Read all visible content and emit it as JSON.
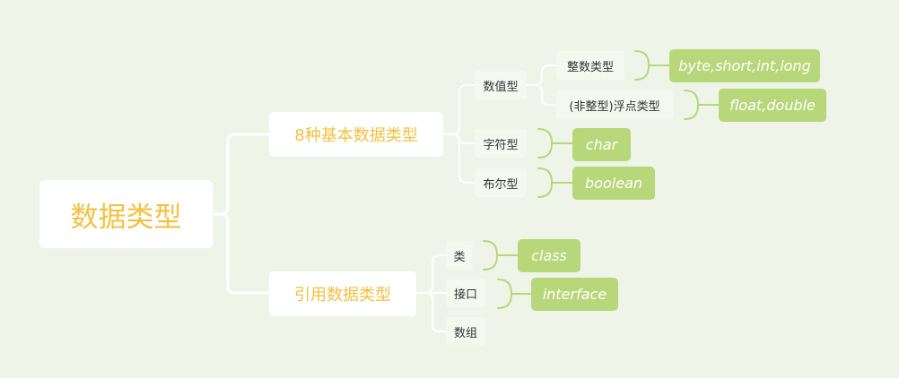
{
  "root": {
    "label": "数据类型"
  },
  "branches": [
    {
      "label": "8种基本数据类型",
      "children": [
        {
          "label": "数值型",
          "children": [
            {
              "label": "整数类型",
              "summary": "byte,short,int,long"
            },
            {
              "label": "(非整型)浮点类型",
              "summary": "float,double"
            }
          ]
        },
        {
          "label": "字符型",
          "summary": "char"
        },
        {
          "label": "布尔型",
          "summary": "boolean"
        }
      ]
    },
    {
      "label": "引用数据类型",
      "children": [
        {
          "label": "类",
          "summary": "class"
        },
        {
          "label": "接口",
          "summary": "interface"
        },
        {
          "label": "数组"
        }
      ]
    }
  ],
  "colors": {
    "background": "#eef5e8",
    "title_text": "#f3c140",
    "summary_fill": "#b7d77a",
    "summary_connector": "#b7d77a",
    "branch_line": "#ffffff"
  }
}
